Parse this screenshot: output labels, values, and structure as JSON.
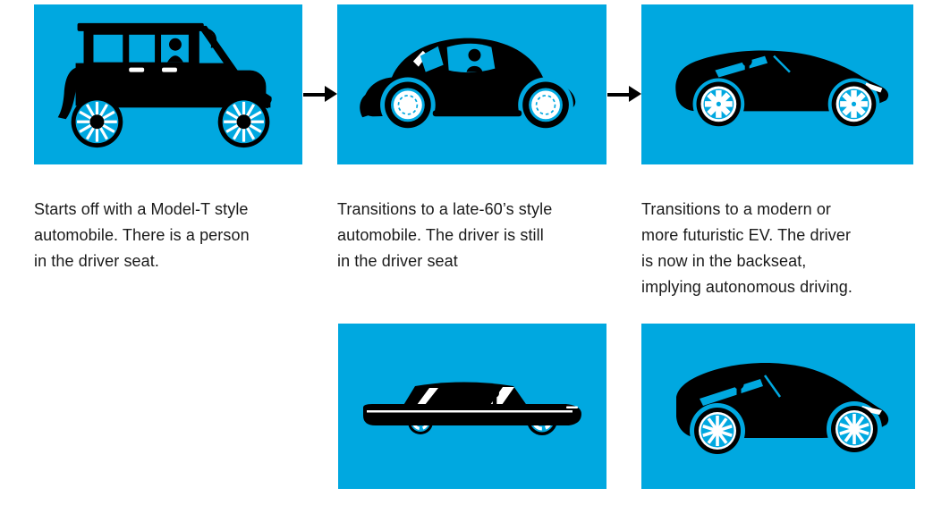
{
  "colors": {
    "panel_blue": "#00A8E0",
    "ink": "#000000",
    "text_dark": "#1A1A1A",
    "paper": "#FFFFFF"
  },
  "storyboard": {
    "panels": [
      {
        "name": "panel-model-t",
        "illustration": "model-t-automobile-with-driver-icon"
      },
      {
        "name": "panel-late-60s",
        "illustration": "late-60s-beetle-automobile-with-driver-icon"
      },
      {
        "name": "panel-modern-ev",
        "illustration": "modern-ev-sedan-passenger-in-backseat-icon"
      },
      {
        "name": "panel-late-60s-alt",
        "illustration": "late-60s-sedan-with-driver-icon"
      },
      {
        "name": "panel-modern-ev-alt",
        "illustration": "modern-ev-crossover-passenger-in-backseat-icon"
      }
    ],
    "captions": [
      {
        "lines": [
          "Starts off with a Model-T style",
          "automobile. There is a person",
          "in the driver seat."
        ]
      },
      {
        "lines": [
          "Transitions to a late-60’s style",
          "automobile. The driver is still",
          "in the driver seat"
        ]
      },
      {
        "lines": [
          "Transitions to a modern or",
          "more futuristic EV. The driver",
          "is now in the backseat,",
          "implying autonomous driving."
        ]
      }
    ],
    "arrows": [
      {
        "name": "flow-arrow-1",
        "direction": "right"
      },
      {
        "name": "flow-arrow-2",
        "direction": "right"
      }
    ]
  }
}
